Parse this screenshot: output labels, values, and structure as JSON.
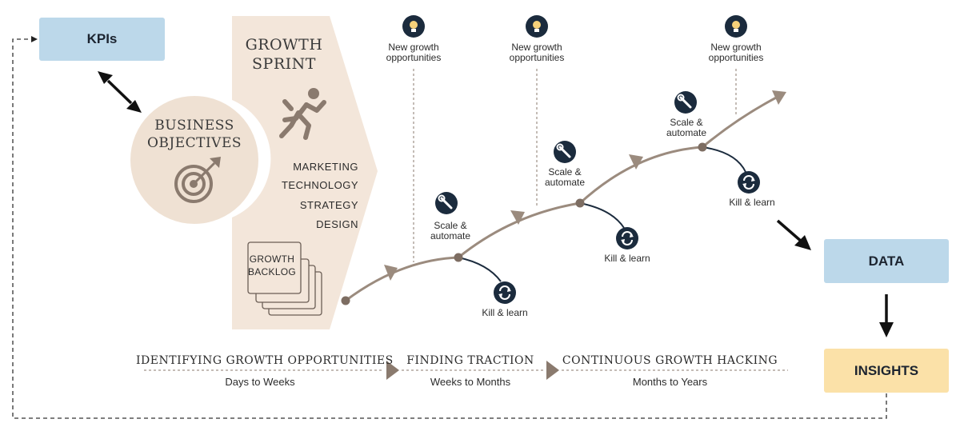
{
  "boxes": {
    "kpis": "KPIs",
    "data": "DATA",
    "insights": "INSIGHTS"
  },
  "business_objectives": {
    "line1": "BUSINESS",
    "line2": "OBJECTIVES"
  },
  "growth_sprint": {
    "line1": "GROWTH",
    "line2": "SPRINT",
    "items": [
      "MARKETING",
      "TECHNOLOGY",
      "STRATEGY",
      "DESIGN"
    ],
    "backlog_line1": "GROWTH",
    "backlog_line2": "BACKLOG"
  },
  "opportunities": [
    {
      "line1": "New growth",
      "line2": "opportunities"
    },
    {
      "line1": "New growth",
      "line2": "opportunities"
    },
    {
      "line1": "New growth",
      "line2": "opportunities"
    }
  ],
  "scale": [
    {
      "line1": "Scale &",
      "line2": "automate"
    },
    {
      "line1": "Scale &",
      "line2": "automate"
    },
    {
      "line1": "Scale &",
      "line2": "automate"
    }
  ],
  "kill": [
    "Kill & learn",
    "Kill & learn",
    "Kill & learn"
  ],
  "phases": [
    {
      "title": "IDENTIFYING GROWTH OPPORTUNITIES",
      "duration": "Days to Weeks"
    },
    {
      "title": "FINDING TRACTION",
      "duration": "Weeks to Months"
    },
    {
      "title": "CONTINUOUS GROWTH HACKING",
      "duration": "Months to Years"
    }
  ],
  "colors": {
    "blue_box": "#bcd8ea",
    "yellow_box": "#fbe1a8",
    "beige": "#f3e6da",
    "circle": "#efe1d3",
    "curve": "#9b8b7e",
    "navy": "#1b2b3d",
    "arrow_dark": "#111111"
  },
  "icons": [
    "target-icon",
    "runner-icon",
    "lightbulb-icon",
    "wrench-icon",
    "refresh-icon"
  ]
}
